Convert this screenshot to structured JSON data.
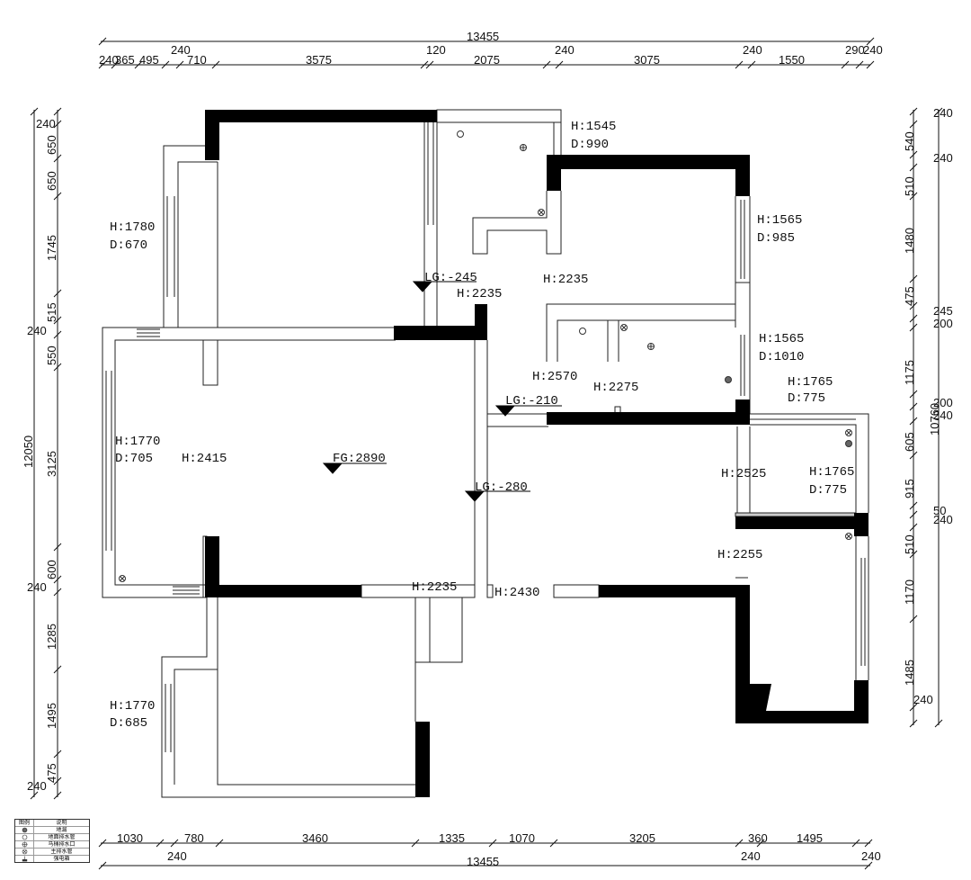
{
  "top_dims": {
    "total": "13455",
    "segments": [
      "240",
      "365",
      "495",
      "240",
      "710",
      "3575",
      "120",
      "2075",
      "240",
      "3075",
      "240",
      "1550",
      "290",
      "240"
    ]
  },
  "bottom_dims": {
    "total": "13455",
    "segments": [
      "1030",
      "780",
      "3460",
      "1335",
      "1070",
      "3205",
      "360",
      "1495",
      "240",
      "240",
      "240"
    ]
  },
  "left_dims": {
    "total": "12050",
    "segments": [
      "240",
      "650",
      "650",
      "1745",
      "515",
      "240",
      "550",
      "3125",
      "600",
      "240",
      "1285",
      "1495",
      "475",
      "240"
    ]
  },
  "right_dims": {
    "total": "10760",
    "segments": [
      "240",
      "540",
      "240",
      "510",
      "1480",
      "475",
      "245",
      "200",
      "1175",
      "200",
      "240",
      "605",
      "915",
      "50",
      "240",
      "510",
      "1170",
      "1485",
      "240"
    ]
  },
  "notes": [
    "H:1545",
    "D:990",
    "H:1780",
    "D:670",
    "H:1565",
    "D:985",
    "LG:-245",
    "H:2235",
    "H:2235",
    "H:1565",
    "D:1010",
    "H:2570",
    "H:2275",
    "LG:-210",
    "H:1765",
    "D:775",
    "H:1770",
    "D:705",
    "H:2415",
    "FG:2890",
    "LG:-280",
    "H:2525",
    "H:1765",
    "D:775",
    "H:2255",
    "H:2235",
    "H:2430",
    "H:1770",
    "D:685"
  ],
  "legend": {
    "header_symbol": "图例",
    "header_desc": "说明",
    "rows": [
      {
        "icon": "floor-drain-icon",
        "desc": "地漏"
      },
      {
        "icon": "floor-drain-pipe-icon",
        "desc": "地面排水管"
      },
      {
        "icon": "toilet-drain-icon",
        "desc": "马桶排水口"
      },
      {
        "icon": "main-drain-pipe-icon",
        "desc": "主排水管"
      },
      {
        "icon": "power-box-icon",
        "desc": "强电箱"
      }
    ]
  }
}
